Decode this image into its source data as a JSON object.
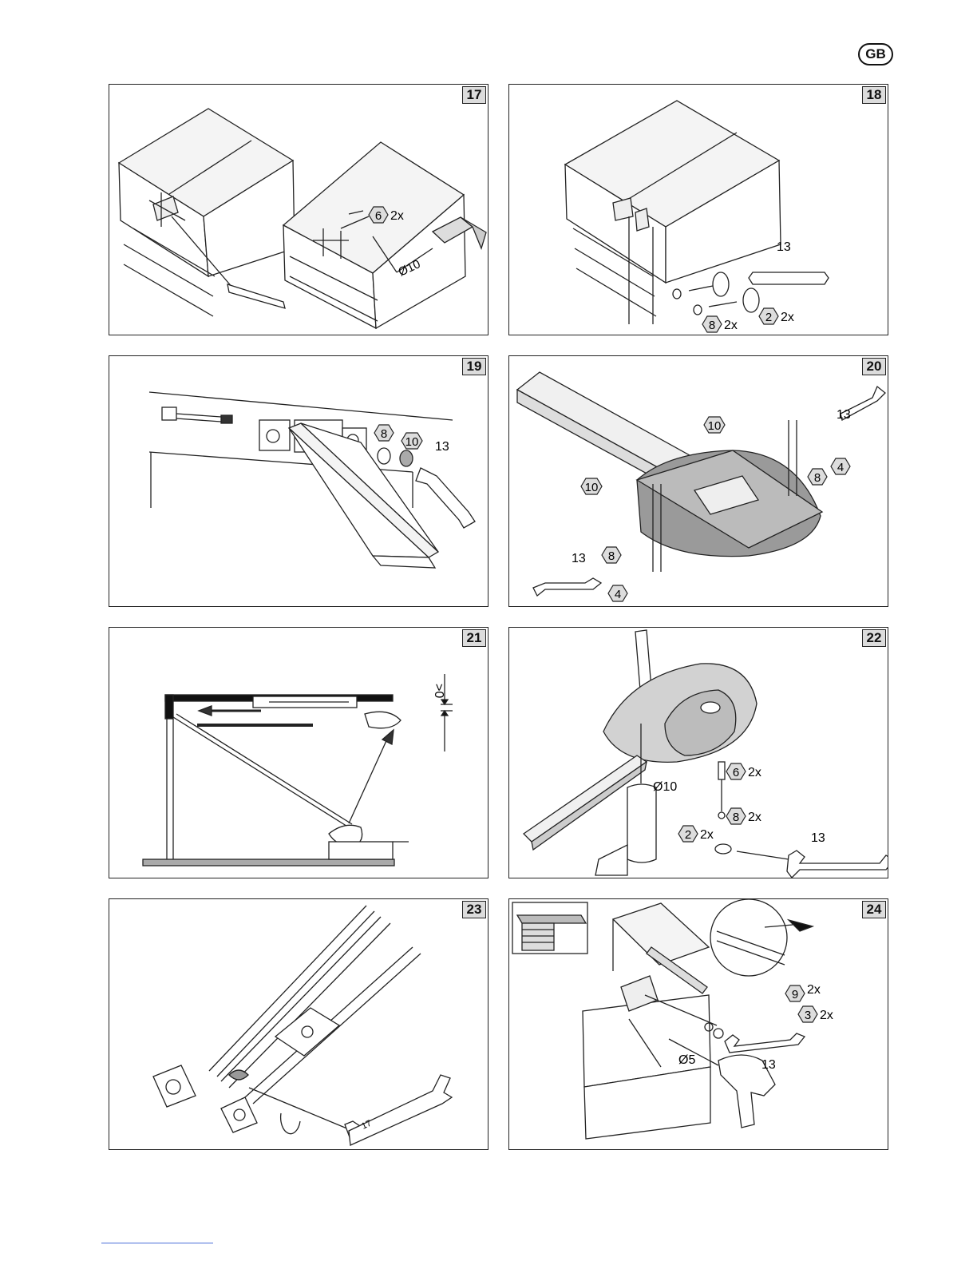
{
  "page": {
    "language_badge": "GB"
  },
  "panels": [
    {
      "step": "17",
      "labels": {
        "part_a": "6",
        "qty_a": "2x",
        "drill": "Ø10"
      }
    },
    {
      "step": "18",
      "labels": {
        "wrench": "13",
        "part_a": "8",
        "qty_a": "2x",
        "part_b": "2",
        "qty_b": "2x"
      }
    },
    {
      "step": "19",
      "labels": {
        "part_a": "8",
        "part_b": "10",
        "wrench": "13"
      }
    },
    {
      "step": "20",
      "labels": {
        "part_a": "10",
        "part_b": "10",
        "wrench_a": "13",
        "part_c": "4",
        "part_d": "8",
        "part_e": "8",
        "wrench_b": "13",
        "part_f": "4"
      }
    },
    {
      "step": "21",
      "labels": {
        "gap": ">0"
      }
    },
    {
      "step": "22",
      "labels": {
        "part_a": "6",
        "qty_a": "2x",
        "part_b": "8",
        "qty_b": "2x",
        "part_c": "2",
        "qty_c": "2x",
        "drill": "Ø10",
        "wrench": "13"
      }
    },
    {
      "step": "23",
      "labels": {
        "wrench": "17"
      }
    },
    {
      "step": "24",
      "labels": {
        "part_a": "9",
        "qty_a": "2x",
        "part_b": "3",
        "qty_b": "2x",
        "drill": "Ø5",
        "wrench": "13"
      }
    }
  ]
}
